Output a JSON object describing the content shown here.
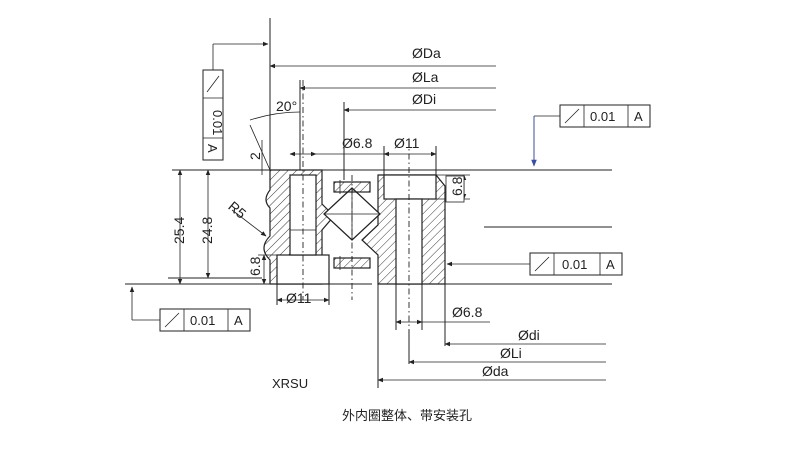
{
  "drawing": {
    "model_label": "XRSU",
    "caption": "外内圈整体、带安装孔",
    "accent_color": "#3a4fa0"
  },
  "dims": {
    "Da": "ØDa",
    "La": "ØLa",
    "Di": "ØDi",
    "di": "Ødi",
    "Li": "ØLi",
    "da": "Øda",
    "hole_top_small": "Ø6.8",
    "hole_top_large": "Ø11",
    "hole_bottom_large": "Ø11",
    "hole_bottom_small": "Ø6.8",
    "angle": "20°",
    "chamfer": "2",
    "radius": "R5",
    "height_total": "25.4",
    "height_inner": "24.8",
    "step_right": "6.8",
    "step_left": "6.8"
  },
  "tolerances": {
    "left_vertical": {
      "value": "0.01",
      "datum": "A"
    },
    "top_right": {
      "value": "0.01",
      "datum": "A"
    },
    "mid_right": {
      "value": "0.01",
      "datum": "A"
    },
    "bottom_left": {
      "value": "0.01",
      "datum": "A"
    }
  }
}
